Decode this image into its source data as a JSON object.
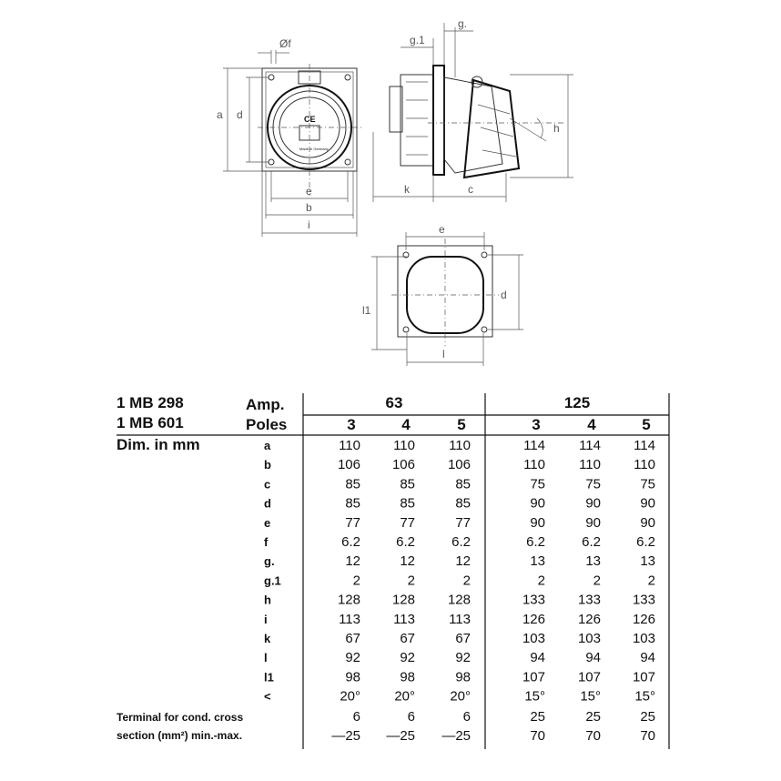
{
  "drawing_labels": {
    "front": {
      "f": "Øf",
      "a": "a",
      "d": "d",
      "e": "e",
      "b": "b",
      "i": "i",
      "ce_mark": "CE",
      "made_in": "Made in Germany"
    },
    "side": {
      "g1": "g.1",
      "g": "g.",
      "h": "h",
      "k": "k",
      "c": "c"
    },
    "cutout": {
      "e": "e",
      "d": "d",
      "l1": "l1",
      "l": "l"
    }
  },
  "table": {
    "model_lines": [
      "1 MB 298",
      "1 MB 601"
    ],
    "dim_label": "Dim. in mm",
    "amp_label": "Amp.",
    "poles_label": "Poles",
    "amp_groups": [
      "63",
      "125"
    ],
    "poles": [
      "3",
      "4",
      "5",
      "3",
      "4",
      "5"
    ],
    "rows": [
      {
        "key": "a",
        "values": [
          "110",
          "110",
          "110",
          "114",
          "114",
          "114"
        ]
      },
      {
        "key": "b",
        "values": [
          "106",
          "106",
          "106",
          "110",
          "110",
          "110"
        ]
      },
      {
        "key": "c",
        "values": [
          "85",
          "85",
          "85",
          "75",
          "75",
          "75"
        ]
      },
      {
        "key": "d",
        "values": [
          "85",
          "85",
          "85",
          "90",
          "90",
          "90"
        ]
      },
      {
        "key": "e",
        "values": [
          "77",
          "77",
          "77",
          "90",
          "90",
          "90"
        ]
      },
      {
        "key": "f",
        "values": [
          "6.2",
          "6.2",
          "6.2",
          "6.2",
          "6.2",
          "6.2"
        ]
      },
      {
        "key": "g.",
        "values": [
          "12",
          "12",
          "12",
          "13",
          "13",
          "13"
        ]
      },
      {
        "key": "g.1",
        "values": [
          "2",
          "2",
          "2",
          "2",
          "2",
          "2"
        ]
      },
      {
        "key": "h",
        "values": [
          "128",
          "128",
          "128",
          "133",
          "133",
          "133"
        ]
      },
      {
        "key": "i",
        "values": [
          "113",
          "113",
          "113",
          "126",
          "126",
          "126"
        ]
      },
      {
        "key": "k",
        "values": [
          "67",
          "67",
          "67",
          "103",
          "103",
          "103"
        ]
      },
      {
        "key": "l",
        "values": [
          "92",
          "92",
          "92",
          "94",
          "94",
          "94"
        ]
      },
      {
        "key": "l1",
        "values": [
          "98",
          "98",
          "98",
          "107",
          "107",
          "107"
        ]
      },
      {
        "key": "<",
        "values": [
          "20°",
          "20°",
          "20°",
          "15°",
          "15°",
          "15°"
        ]
      }
    ],
    "terminal_label_lines": [
      "Terminal for cond. cross",
      "section (mm²) min.-max."
    ],
    "terminal_min": [
      "6",
      "6",
      "6",
      "25",
      "25",
      "25"
    ],
    "terminal_max": [
      "—25",
      "—25",
      "—25",
      "70",
      "70",
      "70"
    ]
  }
}
